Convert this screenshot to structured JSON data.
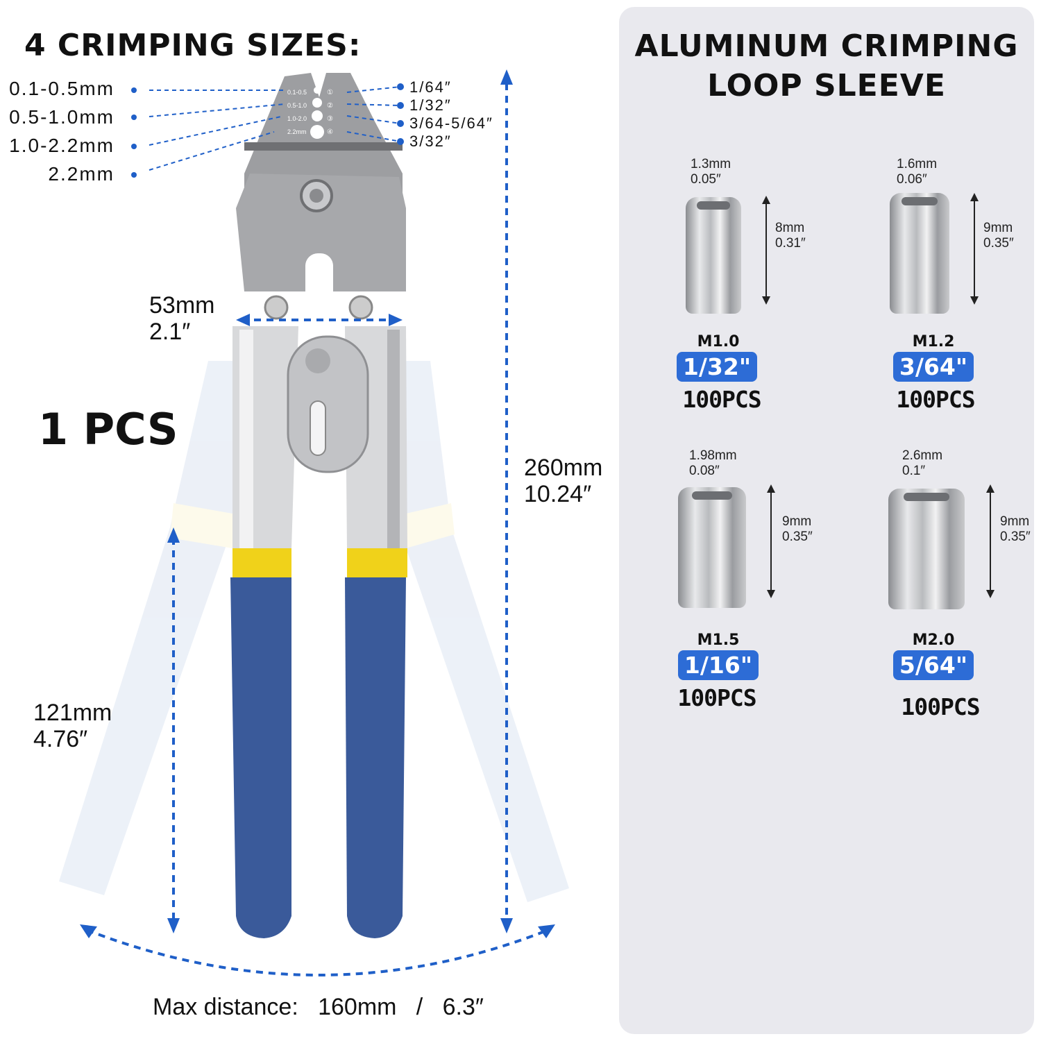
{
  "left": {
    "title": "4 CRIMPING SIZES:",
    "metric_sizes": [
      "0.1-0.5mm",
      "0.5-1.0mm",
      "1.0-2.2mm",
      "2.2mm"
    ],
    "imperial_sizes": [
      "1/64″",
      "1/32″",
      "3/64-5/64″",
      "3/32″"
    ],
    "jaw_markings": [
      "0.1-0.5",
      "0.5-1.0",
      "1.0-2.0",
      "2.2mm"
    ],
    "jaw_numbers": [
      "①",
      "②",
      "③",
      "④"
    ],
    "quantity": "1 PCS",
    "width_mm": "53mm",
    "width_in": "2.1″",
    "length_mm": "260mm",
    "length_in": "10.24″",
    "handle_mm": "121mm",
    "handle_in": "4.76″",
    "max_distance": "Max distance:   160mm   /   6.3″"
  },
  "right": {
    "title_line1": "ALUMINUM CRIMPING",
    "title_line2": "LOOP SLEEVE",
    "sleeves": [
      {
        "dia_mm": "1.3mm",
        "dia_in": "0.05″",
        "len_mm": "8mm",
        "len_in": "0.31″",
        "model": "M1.0",
        "size": "1/32\"",
        "count": "100PCS"
      },
      {
        "dia_mm": "1.6mm",
        "dia_in": "0.06″",
        "len_mm": "9mm",
        "len_in": "0.35″",
        "model": "M1.2",
        "size": "3/64\"",
        "count": "100PCS"
      },
      {
        "dia_mm": "1.98mm",
        "dia_in": "0.08″",
        "len_mm": "9mm",
        "len_in": "0.35″",
        "model": "M1.5",
        "size": "1/16\"",
        "count": "100PCS"
      },
      {
        "dia_mm": "2.6mm",
        "dia_in": "0.1″",
        "len_mm": "9mm",
        "len_in": "0.35″",
        "model": "M2.0",
        "size": "5/64\"",
        "count": "100PCS"
      }
    ]
  },
  "colors": {
    "accent": "#2d6cd6",
    "dim_line": "#1f5fc8",
    "handle": "#3a5a9a",
    "band": "#f0d21a",
    "panel": "#e9e9ee"
  }
}
